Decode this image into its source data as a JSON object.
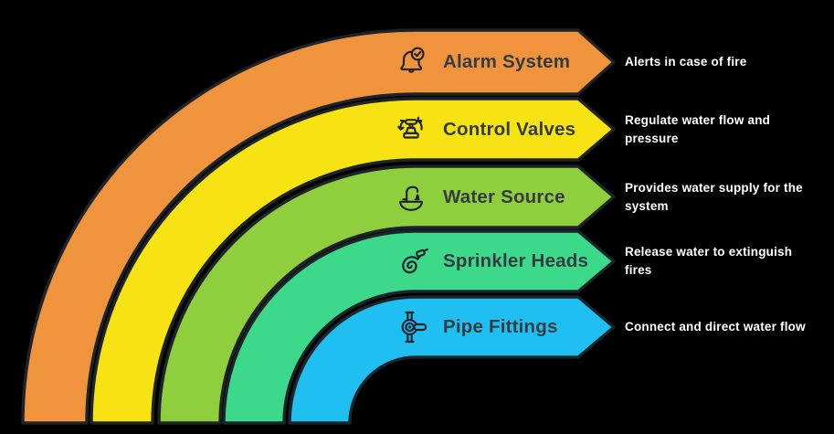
{
  "background_color": "#000000",
  "outline_color": "#1d2329",
  "label_color": "#353c41",
  "description_color": "#ffffff",
  "bands": [
    {
      "label": "Alarm System",
      "description": "Alerts in case of fire",
      "color": "#EF943D",
      "icon": "alarm-bell-check-icon"
    },
    {
      "label": "Control Valves",
      "description": "Regulate water flow and\npressure",
      "color": "#F7E214",
      "icon": "control-valve-icon"
    },
    {
      "label": "Water Source",
      "description": "Provides water supply for the\nsystem",
      "color": "#8FCE3C",
      "icon": "water-source-icon"
    },
    {
      "label": "Sprinkler Heads",
      "description": "Release water to extinguish\nfires",
      "color": "#3DD98B",
      "icon": "sprinkler-hose-icon"
    },
    {
      "label": "Pipe Fittings",
      "description": "Connect and direct water flow",
      "color": "#1FBFF2",
      "icon": "pipe-fitting-icon"
    }
  ]
}
